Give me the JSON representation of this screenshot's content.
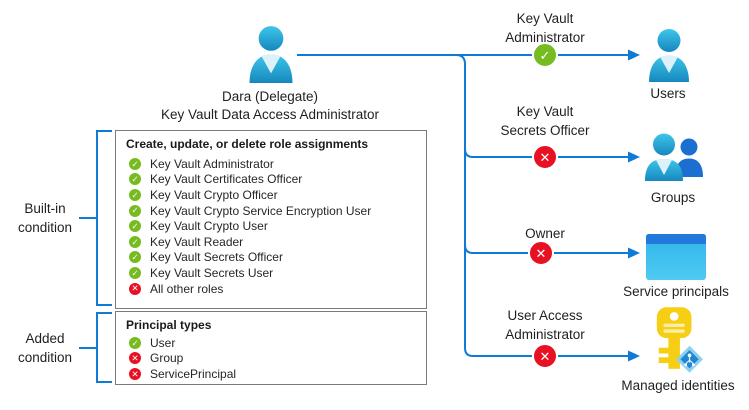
{
  "delegate": {
    "name": "Dara (Delegate)",
    "role": "Key Vault Data Access Administrator"
  },
  "condition_boxes": [
    {
      "bracket_label_lines": [
        "Built-in",
        "condition"
      ],
      "heading": "Create, update, or delete role assignments",
      "items": [
        {
          "text": "Key Vault Administrator",
          "status": "allowed"
        },
        {
          "text": "Key Vault Certificates Officer",
          "status": "allowed"
        },
        {
          "text": "Key Vault Crypto Officer",
          "status": "allowed"
        },
        {
          "text": "Key Vault Crypto Service Encryption User",
          "status": "allowed"
        },
        {
          "text": "Key Vault Crypto User",
          "status": "allowed"
        },
        {
          "text": "Key Vault Reader",
          "status": "allowed"
        },
        {
          "text": "Key Vault Secrets Officer",
          "status": "allowed"
        },
        {
          "text": "Key Vault Secrets User",
          "status": "allowed"
        },
        {
          "text": "All other roles",
          "status": "denied"
        }
      ]
    },
    {
      "bracket_label_lines": [
        "Added",
        "condition"
      ],
      "heading": "Principal types",
      "items": [
        {
          "text": "User",
          "status": "allowed"
        },
        {
          "text": "Group",
          "status": "denied"
        },
        {
          "text": "ServicePrincipal",
          "status": "denied"
        }
      ]
    }
  ],
  "assignments": [
    {
      "role_lines": [
        "Key Vault",
        "Administrator"
      ],
      "status": "allowed",
      "target": "Users"
    },
    {
      "role_lines": [
        "Key Vault",
        "Secrets Officer"
      ],
      "status": "denied",
      "target": "Groups"
    },
    {
      "role_lines": [
        "Owner"
      ],
      "status": "denied",
      "target": "Service principals"
    },
    {
      "role_lines": [
        "User Access",
        "Administrator"
      ],
      "status": "denied",
      "target": "Managed identities"
    }
  ],
  "icons": {
    "allowed_glyph": "✓",
    "denied_glyph": "✕",
    "delegate": "person-icon",
    "users": "person-icon",
    "groups": "people-icon",
    "service_principals": "application-window-icon",
    "managed_identities": "key-with-badge-icon"
  },
  "colors": {
    "connector_blue": "#0F7BD6",
    "allowed_green": "#76BC21",
    "denied_red": "#E81123",
    "person_cyan": "#29AEDB",
    "group_back_blue": "#1B6FD0",
    "service_principal_band_blue": "#2378DC",
    "key_yellow": "#F6CE13",
    "box_border_gray": "#7A7A7A"
  }
}
